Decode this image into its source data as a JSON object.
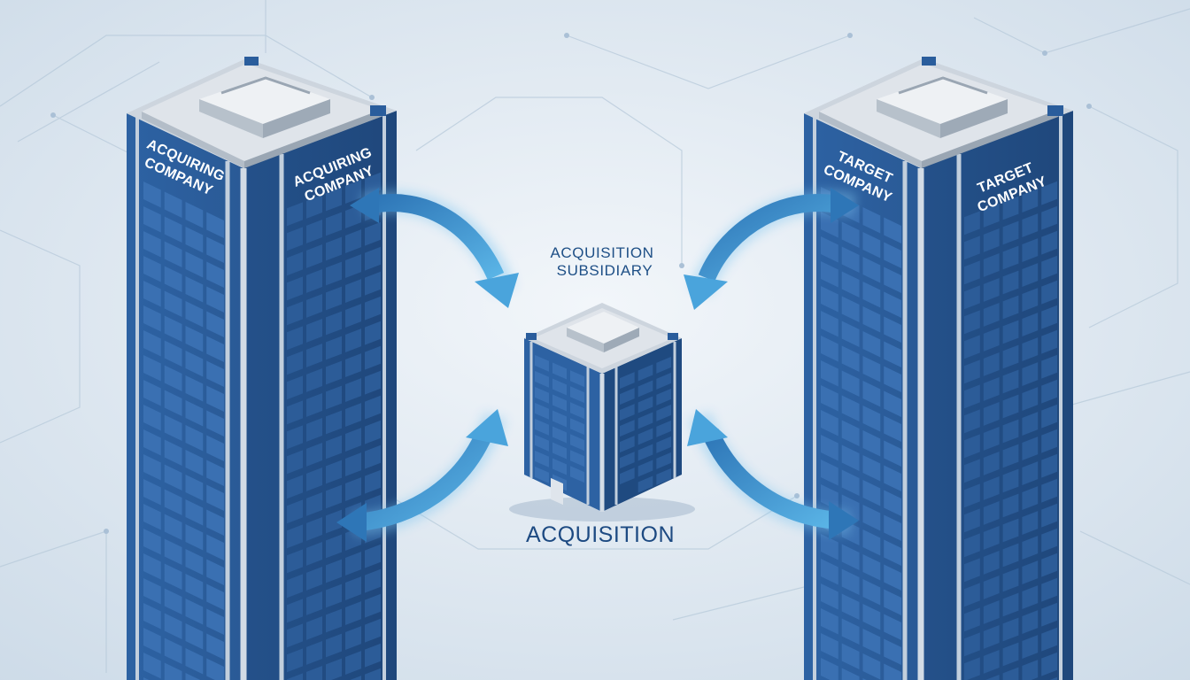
{
  "labels": {
    "acquiring_left": [
      "ACQUIRING",
      "COMPANY"
    ],
    "acquiring_right": [
      "ACQUIRING",
      "COMPANY"
    ],
    "target_left": [
      "TARGET",
      "COMPANY"
    ],
    "target_right": [
      "TARGET",
      "COMPANY"
    ],
    "subsidiary": [
      "ACQUISITION",
      "SUBSIDIARY"
    ],
    "main": "ACQUISITION"
  },
  "colors": {
    "background": "#dde8f2",
    "building_blue": "#2a5d9c",
    "building_dark": "#1d4679",
    "window": "#3a6fb0",
    "frame": "#b8c7d8",
    "roof": "#cfd6de",
    "arrow": "#3b8fcd",
    "text": "#1d4a82"
  },
  "icons": [
    "acquiring-company-building",
    "target-company-building",
    "subsidiary-building",
    "curved-arrow"
  ]
}
